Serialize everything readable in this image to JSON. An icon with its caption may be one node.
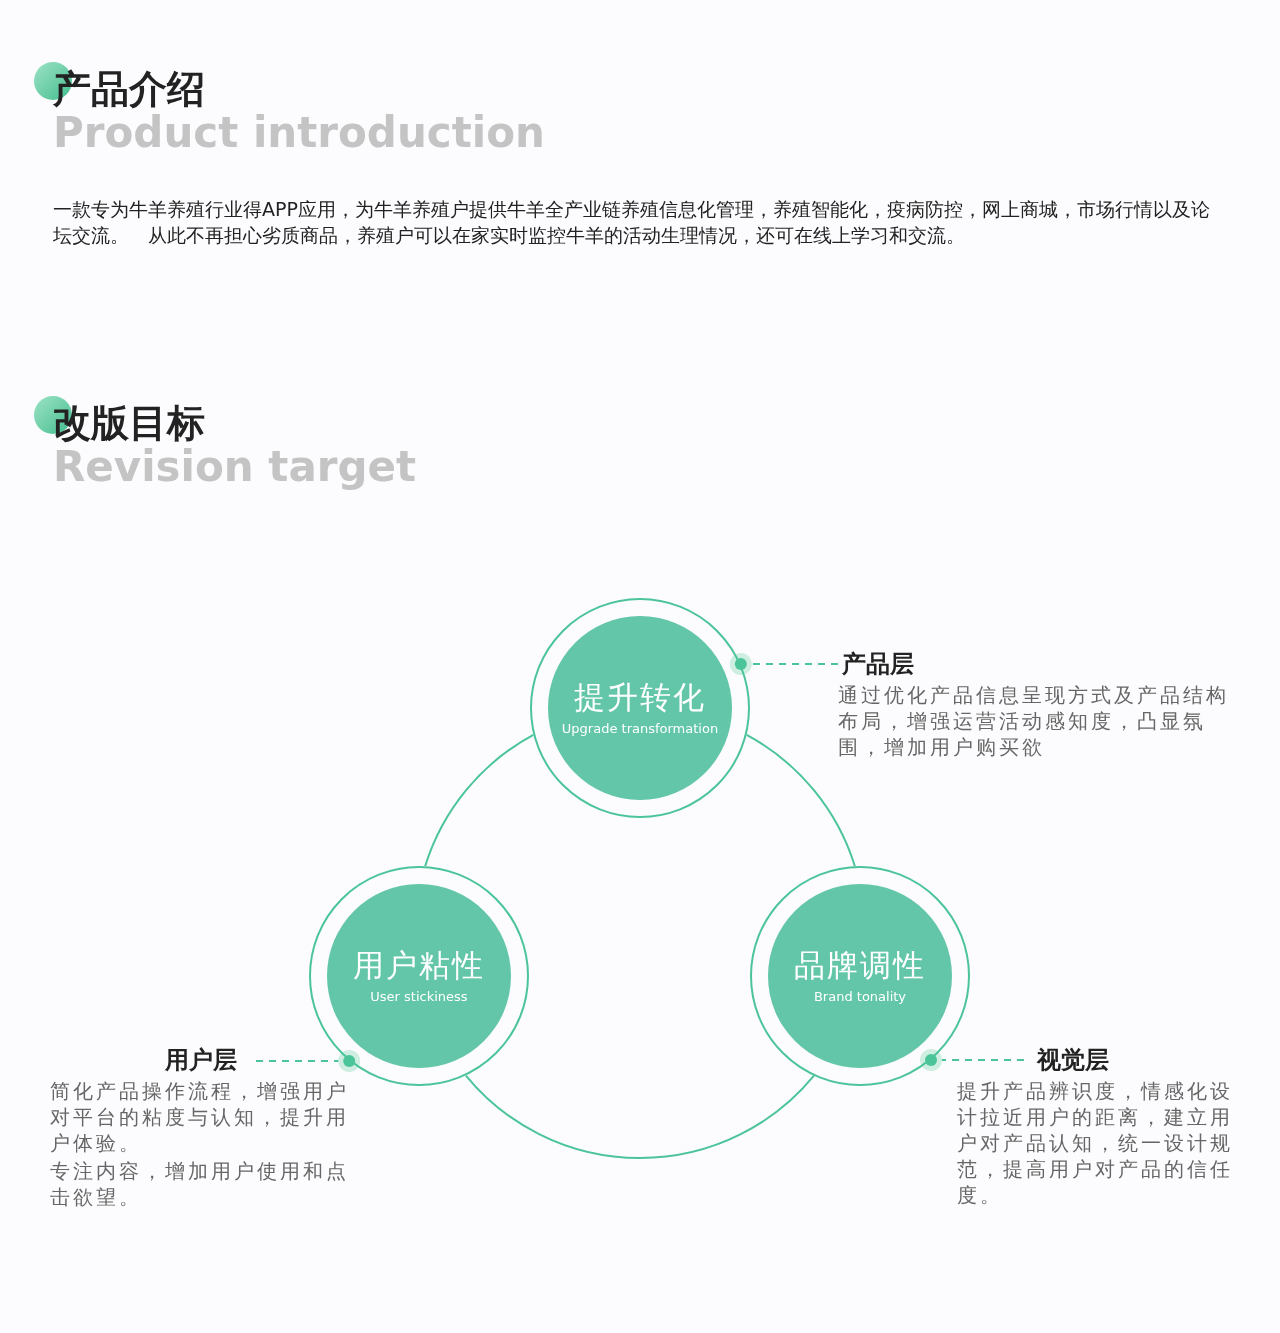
{
  "diagram": {
    "nodes": [
      {
        "text": [
          "提升转化",
          "Upgrade transformation"
        ]
      },
      {
        "text": [
          "产品层",
          "通过优化产品信息呈现方式及产品结构布局，增强运营活动感知度，凸显氛围，增加用户购买欲"
        ]
      },
      {
        "text": [
          "用户粘性",
          "User stickiness"
        ]
      },
      {
        "text": [
          "品牌调性",
          "Brand tonality"
        ]
      },
      {
        "text": [
          "用户层",
          "简化产品操作流程，增强用户对平台的粘度与认知，提升用户体验。",
          "专注内容，增加用户使用和点击欲望。"
        ]
      },
      {
        "text": [
          "视觉层",
          "提升产品辨识度，情感化设计拉近用户的距离，建立用户对产品认知，统一设计规范，提高用户对产品的信任度。"
        ]
      }
    ],
    "edges": [
      {
        "from": 0,
        "to": 2,
        "arrow": "none"
      },
      {
        "from": 0,
        "to": 3,
        "arrow": "none"
      },
      {
        "from": 2,
        "to": 3,
        "arrow": "none"
      },
      {
        "from": 1,
        "to": 0,
        "arrow": "other",
        "style": "dashed"
      },
      {
        "from": 4,
        "to": 2,
        "arrow": "other",
        "style": "dashed"
      },
      {
        "from": 5,
        "to": 3,
        "arrow": "other",
        "style": "dashed"
      }
    ],
    "labels": [
      "产品介绍",
      "Product introduction",
      "一款专为牛羊养殖行业得APP应用，为牛羊养殖户提供牛羊全产业链养殖信息化管理，养殖智能化，疫病防控，网上商城，市场行情以及论坛交流。　从此不再担心劣质商品，养殖户可以在家实时监控牛羊的活动生理情况，还可在线上学习和交流。",
      "改版目标",
      "Revision target"
    ]
  }
}
